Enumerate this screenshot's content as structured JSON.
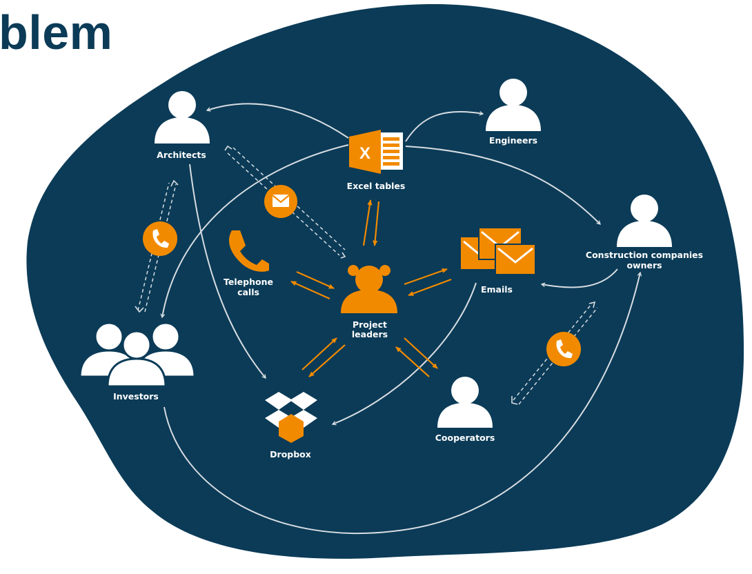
{
  "page": {
    "title": "blem"
  },
  "colors": {
    "background_blob": "#0b3b57",
    "accent": "#f28a00",
    "lines": "#d8dde2",
    "text": "#ffffff"
  },
  "diagram": {
    "nodes": {
      "architects": {
        "label": "Architects",
        "icon": "person-icon"
      },
      "engineers": {
        "label": "Engineers",
        "icon": "person-icon"
      },
      "excel": {
        "label": "Excel tables",
        "icon": "excel-icon"
      },
      "construction": {
        "label_line1": "Construction companies",
        "label_line2": "owners",
        "icon": "person-icon"
      },
      "phone": {
        "label_line1": "Telephone",
        "label_line2": "calls",
        "icon": "phone-icon"
      },
      "project_leaders": {
        "label_line1": "Project",
        "label_line2": "leaders",
        "icon": "person-pigtails-icon"
      },
      "emails": {
        "label": "Emails",
        "icon": "envelopes-icon"
      },
      "investors": {
        "label": "Investors",
        "icon": "group-icon"
      },
      "dropbox": {
        "label": "Dropbox",
        "icon": "dropbox-icon"
      },
      "cooperators": {
        "label": "Cooperators",
        "icon": "person-icon"
      }
    },
    "badges": [
      "mail-badge-icon",
      "phone-badge-icon",
      "phone-badge-icon"
    ]
  }
}
